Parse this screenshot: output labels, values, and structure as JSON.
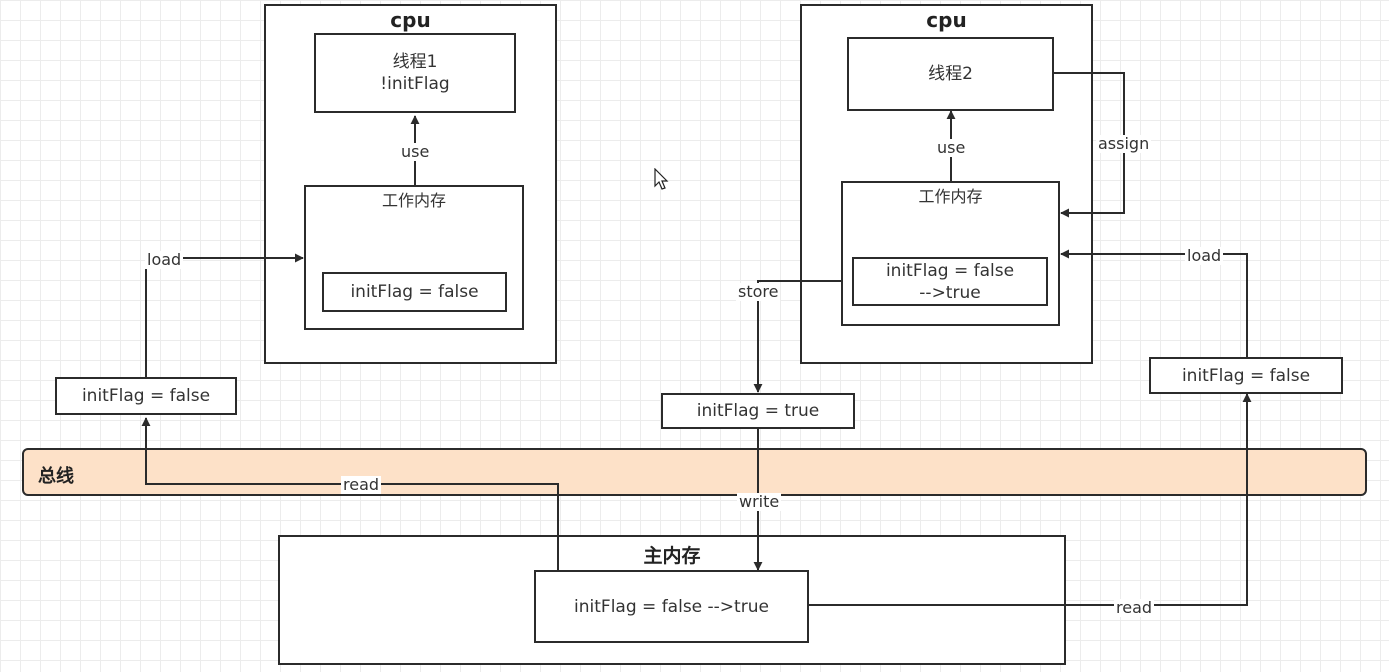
{
  "cpu_left": {
    "title": "cpu",
    "thread": {
      "line1": "线程1",
      "line2": "!initFlag"
    },
    "work_memory": {
      "title": "工作内存",
      "var": "initFlag = false"
    }
  },
  "cpu_right": {
    "title": "cpu",
    "thread": {
      "line1": "线程2"
    },
    "work_memory": {
      "title": "工作内存",
      "var_line1": "initFlag = false",
      "var_line2": "-->true"
    }
  },
  "bus": {
    "label": "总线"
  },
  "main_memory": {
    "title": "主内存",
    "var": "initFlag = false -->true"
  },
  "transfer_boxes": {
    "left": "initFlag = false",
    "middle": "initFlag = true",
    "right": "initFlag = false"
  },
  "edge_labels": {
    "use_left": "use",
    "load_left": "load",
    "read_left": "read",
    "use_right": "use",
    "assign": "assign",
    "store": "store",
    "write": "write",
    "load_right": "load",
    "read_right": "read"
  },
  "colors": {
    "bus_fill": "#fde1c8",
    "stroke": "#2b2b2b"
  }
}
